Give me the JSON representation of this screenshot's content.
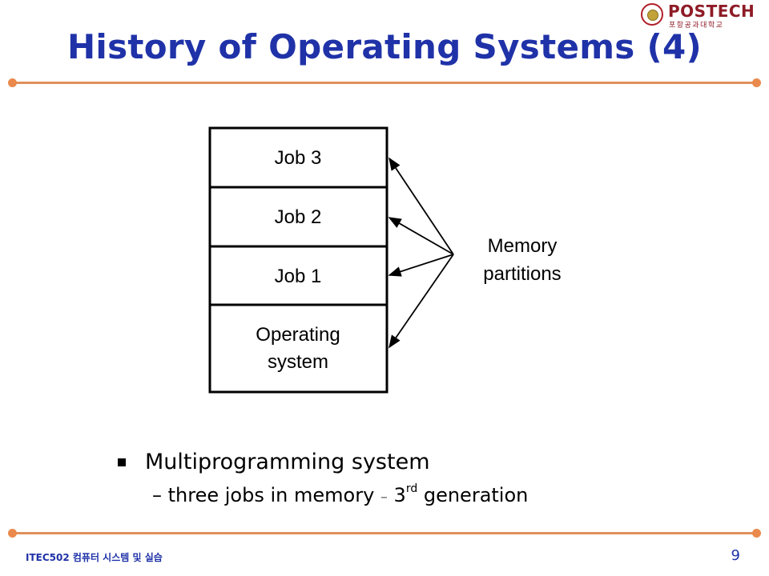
{
  "slide": {
    "title": "History of Operating Systems (4)",
    "accent_color": "#1f32a8",
    "rule_color": "#e0905a"
  },
  "logo": {
    "name": "POSTECH",
    "subtitle": "포항공과대학교",
    "icon": "university-seal-icon"
  },
  "diagram": {
    "blocks": [
      "Job 3",
      "Job 2",
      "Job 1",
      "Operating system"
    ],
    "arrow_label_line1": "Memory",
    "arrow_label_line2": "partitions"
  },
  "content": {
    "bullet": "Multiprogramming system",
    "sub_prefix": "three jobs in memory ",
    "sub_dash": "–",
    "sub_number": " 3",
    "sub_suffix_sup": "rd",
    "sub_tail": " generation"
  },
  "footer": {
    "course": "ITEC502 컴퓨터 시스템 및 실습",
    "page_number": "9"
  }
}
